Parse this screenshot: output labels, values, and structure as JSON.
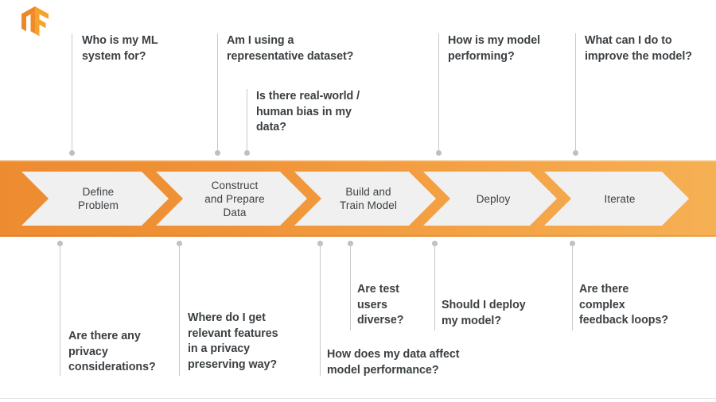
{
  "brand": {
    "logo_icon": "tensorflow-logo",
    "colors": {
      "band_left": "#ED8B30",
      "band_right": "#F6B054",
      "chevron_fill": "#F0F0F0",
      "text": "#3C4043",
      "connector": "#C9C9C9"
    }
  },
  "pipeline": {
    "steps": [
      {
        "label": "Define\nProblem"
      },
      {
        "label": "Construct\nand Prepare\nData"
      },
      {
        "label": "Build and\nTrain Model"
      },
      {
        "label": "Deploy"
      },
      {
        "label": "Iterate"
      }
    ]
  },
  "questions_above": [
    {
      "text": "Who is my ML\nsystem for?"
    },
    {
      "text": "Am I using a\nrepresentative dataset?"
    },
    {
      "text": "Is there real-world /\nhuman bias in my\ndata?"
    },
    {
      "text": "How is my model\nperforming?"
    },
    {
      "text": "What can I do to\nimprove the model?"
    }
  ],
  "questions_below": [
    {
      "text": "Are there any\nprivacy\nconsiderations?"
    },
    {
      "text": "Where do I get\nrelevant features\nin a privacy\npreserving way?"
    },
    {
      "text": "Are test\nusers\ndiverse?"
    },
    {
      "text": "How does my data affect\nmodel performance?"
    },
    {
      "text": "Should I deploy\nmy model?"
    },
    {
      "text": "Are there\ncomplex\nfeedback loops?"
    }
  ]
}
